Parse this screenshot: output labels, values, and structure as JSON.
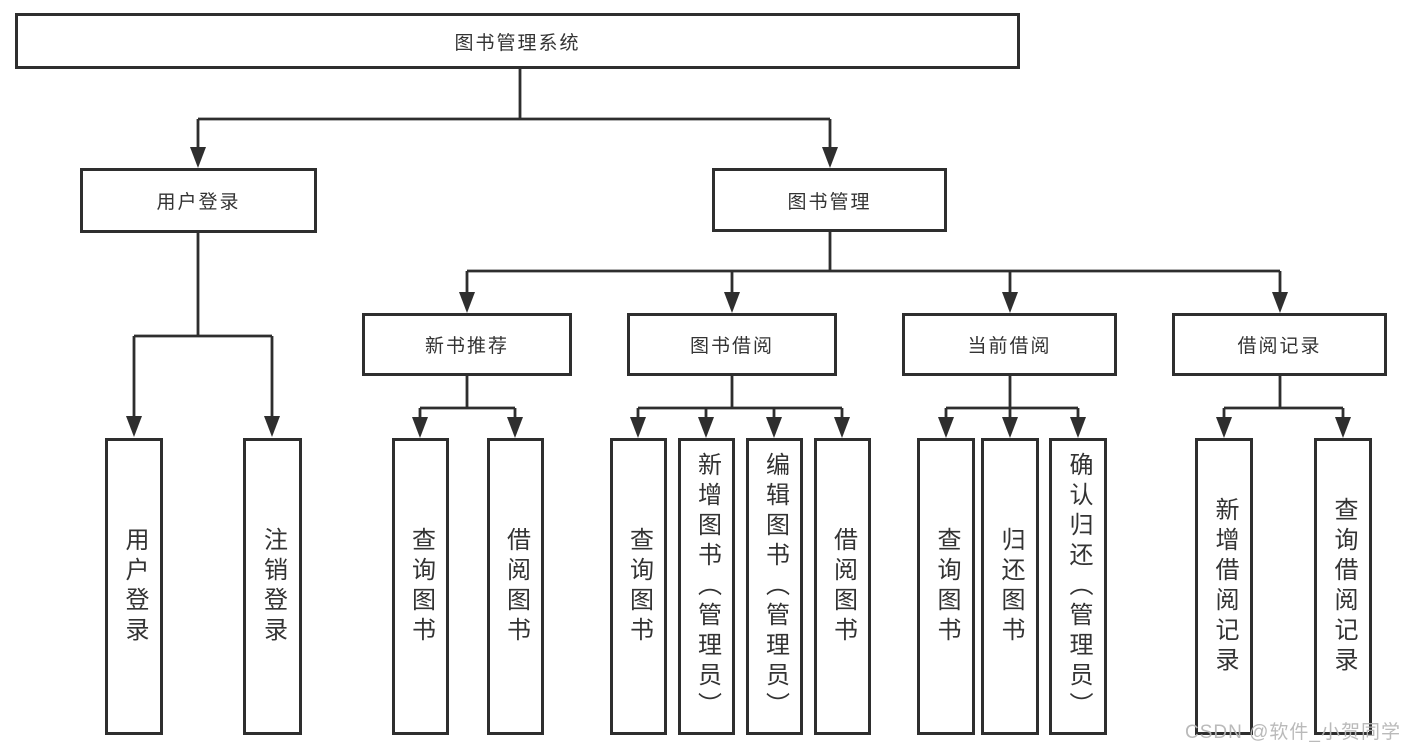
{
  "diagram": {
    "root": {
      "label": "图书管理系统",
      "children": [
        {
          "label": "用户登录",
          "children": [
            {
              "label": "用户登录"
            },
            {
              "label": "注销登录"
            }
          ]
        },
        {
          "label": "图书管理",
          "children": [
            {
              "label": "新书推荐",
              "children": [
                {
                  "label": "查询图书"
                },
                {
                  "label": "借阅图书"
                }
              ]
            },
            {
              "label": "图书借阅",
              "children": [
                {
                  "label": "查询图书"
                },
                {
                  "label": "新增图书（管理员）"
                },
                {
                  "label": "编辑图书（管理员）"
                },
                {
                  "label": "借阅图书"
                }
              ]
            },
            {
              "label": "当前借阅",
              "children": [
                {
                  "label": "查询图书"
                },
                {
                  "label": "归还图书"
                },
                {
                  "label": "确认归还（管理员）"
                }
              ]
            },
            {
              "label": "借阅记录",
              "children": [
                {
                  "label": "新增借阅记录"
                },
                {
                  "label": "查询借阅记录"
                }
              ]
            }
          ]
        }
      ]
    }
  },
  "watermark": {
    "text": "CSDN @软件_小贺同学"
  },
  "colors": {
    "line": "#2e2e2e",
    "text": "#333333",
    "box_background": "#ffffff",
    "watermark": "#b6b6b6"
  }
}
